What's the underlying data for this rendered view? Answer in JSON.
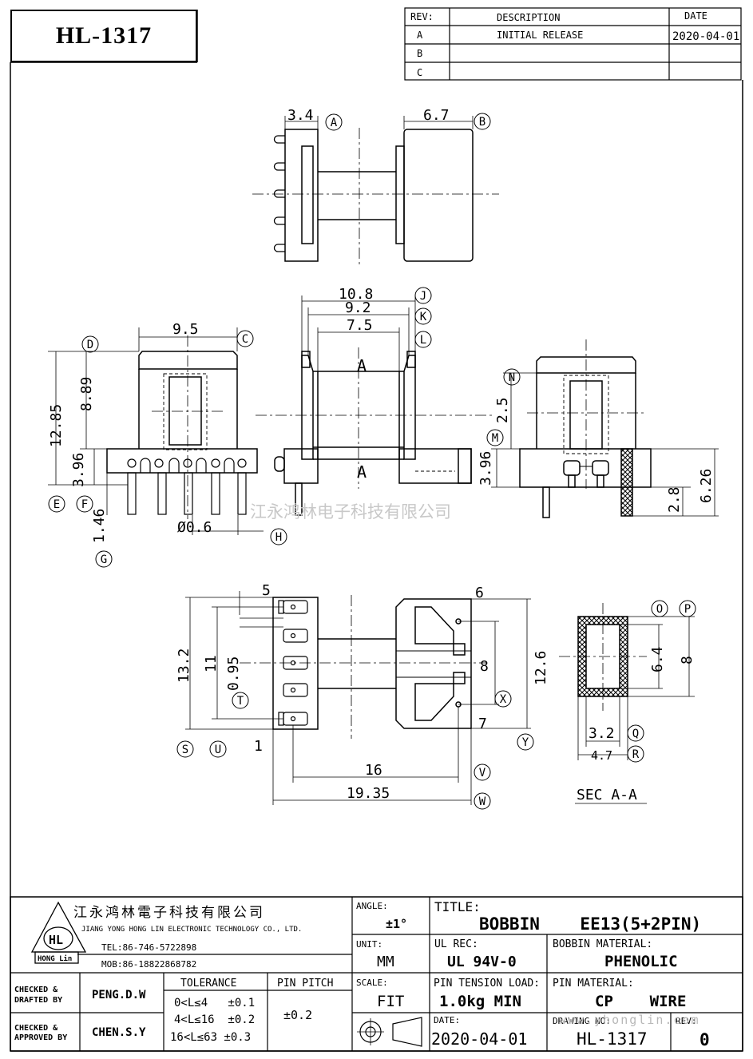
{
  "part_number": "HL-1317",
  "revision_table": {
    "headers": [
      "REV:",
      "DESCRIPTION",
      "DATE"
    ],
    "rows": [
      {
        "rev": "A",
        "description": "INITIAL RELEASE",
        "date": "2020-04-01"
      },
      {
        "rev": "B",
        "description": "",
        "date": ""
      },
      {
        "rev": "C",
        "description": "",
        "date": ""
      }
    ]
  },
  "dimensions": {
    "top_left_width": "3.4",
    "top_right_width": "6.7",
    "front_width": "9.5",
    "front_height": "12.85",
    "front_upper_height": "8.89",
    "front_base_height": "3.96",
    "pin_length": "1.46",
    "pin_diameter": "Ø0.6",
    "side_w1": "10.8",
    "side_w2": "9.2",
    "side_w3": "7.5",
    "right_upper": "2.5",
    "right_base": "3.96",
    "right_h1": "2.8",
    "right_h2": "6.26",
    "bottom_total_h": "13.2",
    "bottom_pitch_h": "11",
    "pin_pitch": "0.95",
    "bottom_right_h": "12.6",
    "bottom_right_inner": "8",
    "bottom_len1": "16",
    "bottom_len2": "19.35",
    "sec_height": "6.4",
    "sec_outer": "8",
    "sec_inner_w": "3.2",
    "sec_outer_w": "4.7"
  },
  "pin_labels": {
    "p5": "5",
    "p6": "6",
    "p1": "1",
    "p7": "7"
  },
  "section_labels": {
    "a_top": "A",
    "a_bottom": "A",
    "section": "SEC A-A"
  },
  "callouts": [
    "A",
    "B",
    "C",
    "D",
    "E",
    "F",
    "G",
    "H",
    "J",
    "K",
    "L",
    "N",
    "M",
    "S",
    "U",
    "T",
    "X",
    "Y",
    "V",
    "W",
    "O",
    "P",
    "Q",
    "R"
  ],
  "watermark": "江永鸿林电子科技有限公司",
  "watermark_url": "www.yhonglin.com",
  "title_block": {
    "company_cn": "江永鸿林電子科技有限公司",
    "company_en": "JIANG YONG HONG LIN ELECTRONIC TECHNOLOGY CO., LTD.",
    "logo_text": "HL",
    "logo_sub": "HONG Lin",
    "tel": "TEL:86-746-5722898",
    "mob": "MOB:86-18822868782",
    "angle_label": "ANGLE:",
    "angle_value": "±1°",
    "unit_label": "UNIT:",
    "unit_value": "MM",
    "scale_label": "SCALE:",
    "scale_value": "FIT",
    "title_label": "TITLE:",
    "title_value": "BOBBIN    EE13(5+2PIN)",
    "ul_label": "UL REC:",
    "ul_value": "UL 94V-0",
    "material_label": "BOBBIN MATERIAL:",
    "material_value": "PHENOLIC",
    "tension_label": "PIN TENSION LOAD:",
    "tension_value": "1.0kg MIN",
    "pin_material_label": "PIN MATERIAL:",
    "pin_material_value": "CP    WIRE",
    "date_label": "DATE:",
    "date_value": "2020-04-01",
    "drawing_no_label": "DRAWING NO:",
    "drawing_no_value": "HL-1317",
    "rev_label": "REV:",
    "rev_value": "0",
    "checked_drafted_label_1": "CHECKED &",
    "checked_drafted_label_2": "DRAFTED BY",
    "checked_drafted_value": "PENG.D.W",
    "checked_approved_label_1": "CHECKED &",
    "checked_approved_label_2": "APPROVED BY",
    "checked_approved_value": "CHEN.S.Y",
    "tolerance_label": "TOLERANCE",
    "tolerance_rows": [
      "0<L≤4   ±0.1",
      "4<L≤16  ±0.2",
      "16<L≤63 ±0.3"
    ],
    "pin_pitch_label": "PIN PITCH",
    "pin_pitch_value": "±0.2"
  }
}
